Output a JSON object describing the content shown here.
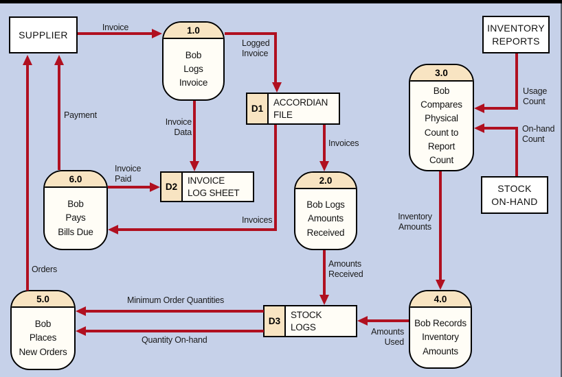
{
  "colors": {
    "background": "#c6d1e9",
    "arrow": "#b01020",
    "process_header": "#f8e4c2",
    "node_fill": "#fffdf6",
    "border": "#000000"
  },
  "entities": {
    "supplier": {
      "label": "SUPPLIER"
    },
    "inventory_reports": {
      "label": "INVENTORY\nREPORTS"
    },
    "stock_on_hand": {
      "label": "STOCK\nON-HAND"
    }
  },
  "processes": {
    "p1": {
      "number": "1.0",
      "name": "Bob\nLogs\nInvoice"
    },
    "p2": {
      "number": "2.0",
      "name": "Bob Logs\nAmounts\nReceived"
    },
    "p3": {
      "number": "3.0",
      "name": "Bob\nCompares\nPhysical\nCount to\nReport\nCount"
    },
    "p4": {
      "number": "4.0",
      "name": "Bob Records\nInventory\nAmounts"
    },
    "p5": {
      "number": "5.0",
      "name": "Bob\nPlaces\nNew Orders"
    },
    "p6": {
      "number": "6.0",
      "name": "Bob\nPays\nBills Due"
    }
  },
  "datastores": {
    "d1": {
      "id": "D1",
      "name": "ACCORDIAN\nFILE"
    },
    "d2": {
      "id": "D2",
      "name": "INVOICE\nLOG SHEET"
    },
    "d3": {
      "id": "D3",
      "name": "STOCK\nLOGS"
    }
  },
  "flows": {
    "invoice": {
      "label": "Invoice",
      "from": "SUPPLIER",
      "to": "1.0"
    },
    "logged_invoice": {
      "label": "Logged\nInvoice",
      "from": "1.0",
      "to": "D1"
    },
    "invoice_data": {
      "label": "Invoice\nData",
      "from": "1.0",
      "to": "D2"
    },
    "payment": {
      "label": "Payment",
      "from": "6.0",
      "to": "SUPPLIER"
    },
    "invoice_paid": {
      "label": "Invoice\nPaid",
      "from": "6.0",
      "to": "D2"
    },
    "invoices_d1_p2": {
      "label": "Invoices",
      "from": "D1",
      "to": "2.0"
    },
    "invoices_d1_p6": {
      "label": "Invoices",
      "from": "D1",
      "to": "6.0"
    },
    "usage_count": {
      "label": "Usage\nCount",
      "from": "INVENTORY REPORTS",
      "to": "3.0"
    },
    "on_hand_count": {
      "label": "On-hand\nCount",
      "from": "STOCK ON-HAND",
      "to": "3.0"
    },
    "inventory_amounts": {
      "label": "Inventory\nAmounts",
      "from": "3.0",
      "to": "4.0"
    },
    "amounts_received": {
      "label": "Amounts\nReceived",
      "from": "2.0",
      "to": "D3"
    },
    "amounts_used": {
      "label": "Amounts\nUsed",
      "from": "4.0",
      "to": "D3"
    },
    "min_order_qty": {
      "label": "Minimum Order Quantities",
      "from": "D3",
      "to": "5.0"
    },
    "qty_on_hand": {
      "label": "Quantity On-hand",
      "from": "D3",
      "to": "5.0"
    },
    "orders": {
      "label": "Orders",
      "from": "5.0",
      "to": "SUPPLIER"
    }
  }
}
